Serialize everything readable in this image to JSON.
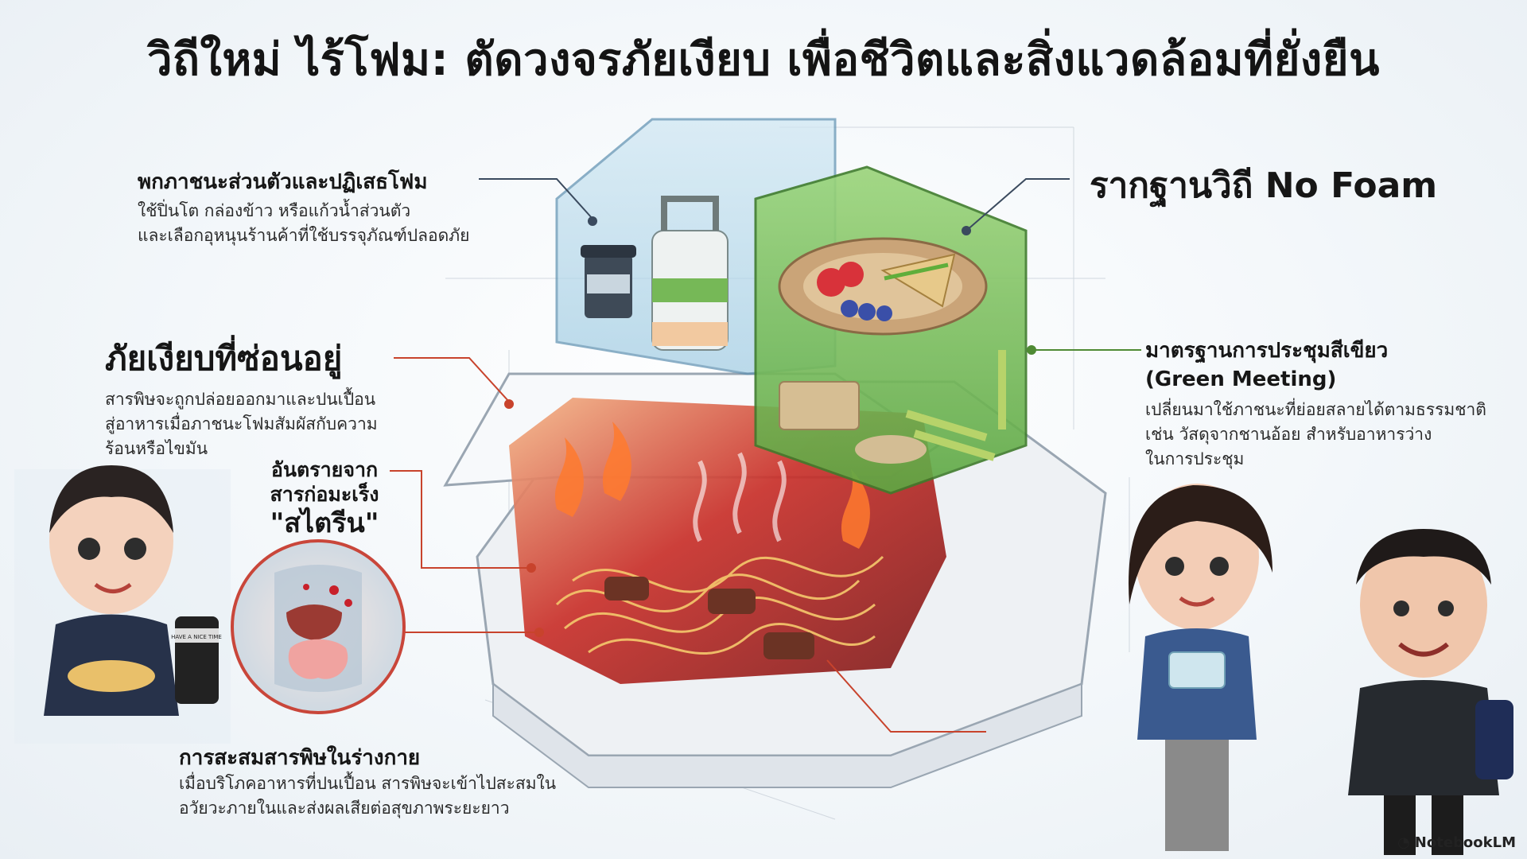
{
  "title": "วิถีใหม่ ไร้โฟม: ตัดวงจรภัยเงียบ เพื่อชีวิตและสิ่งแวดล้อมที่ยั่งยืน",
  "sections": {
    "personal": {
      "heading": "พกภาชนะส่วนตัวและปฏิเสธโฟม",
      "lines": [
        "ใช้ปิ่นโต กล่องข้าว หรือแก้วน้ำส่วนตัว",
        "และเลือกอุหนุนร้านค้าที่ใช้บรรจุภัณฑ์ปลอดภัย"
      ]
    },
    "foundation": {
      "heading": "รากฐานวิถี No Foam"
    },
    "hidden": {
      "heading": "ภัยเงียบที่ซ่อนอยู่",
      "lines": [
        "สารพิษจะถูกปล่อยออกมาและปนเปื้อน",
        "สู่อาหารเมื่อภาชนะโฟมสัมผัสกับความ",
        "ร้อนหรือไขมัน"
      ]
    },
    "green": {
      "heading_line1": "มาตรฐานการประชุมสีเขียว",
      "heading_line2": "(Green Meeting)",
      "lines": [
        "เปลี่ยนมาใช้ภาชนะที่ย่อยสลายได้ตามธรรมชาติ",
        "เช่น วัสดุจากชานอ้อย สำหรับอาหารว่าง",
        "ในการประชุม"
      ]
    },
    "styrene": {
      "line1": "อันตรายจาก",
      "line2": "สารก่อมะเร็ง",
      "line3": "\"สไตรีน\""
    },
    "accumulate": {
      "heading": "การสะสมสารพิษในร่างกาย",
      "lines": [
        "เมื่อบริโภคอาหารที่ปนเปื้อน สารพิษจะเข้าไปสะสมใน",
        "อวัยวะภายในและส่งผลเสียต่อสุขภาพระยะยาว"
      ]
    }
  },
  "mug_text": "HAVE A NICE TIME",
  "badge": "NotebookLM",
  "colors": {
    "green": "#7cc35a",
    "red": "#e14a2b",
    "blue_glass": "#a9d3e8",
    "foam": "#f4f6f8"
  }
}
